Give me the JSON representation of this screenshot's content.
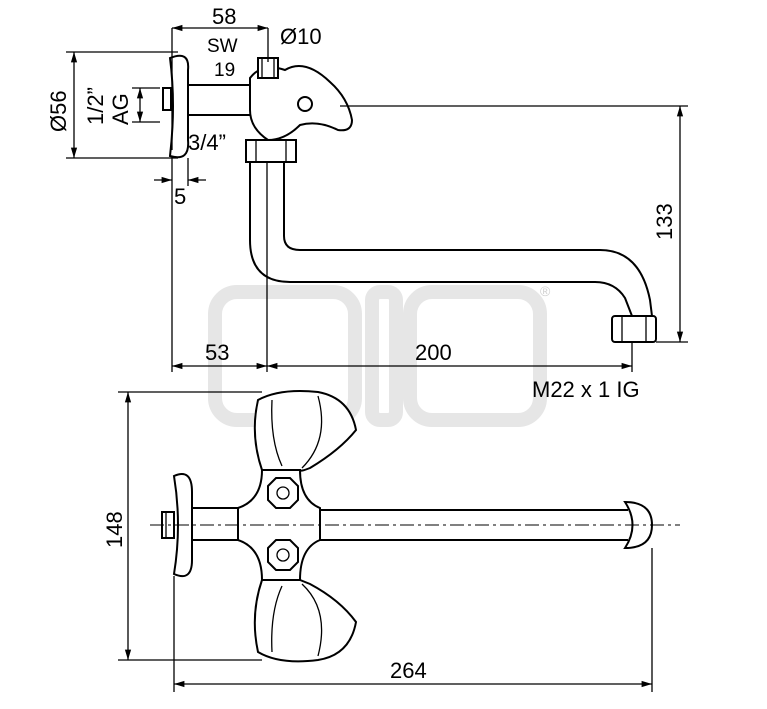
{
  "watermark": {
    "registered_mark": "®"
  },
  "side_view": {
    "dim_top_width": "58",
    "label_sw": "SW",
    "label_sw_size": "19",
    "label_diameter_small": "Ø10",
    "label_diameter_rosette": "Ø56",
    "label_thread_size": "1/2”",
    "label_thread_type": "AG",
    "label_inlet": "3/4”",
    "dim_rosette_depth": "5",
    "dim_height": "133",
    "dim_offset": "53",
    "dim_spout_reach": "200",
    "label_outlet_thread": "M22 x 1 IG"
  },
  "top_view": {
    "dim_depth": "148",
    "dim_total_length": "264"
  },
  "colors": {
    "line": "#000000",
    "watermark": "#e6e6e6",
    "background": "#ffffff"
  }
}
